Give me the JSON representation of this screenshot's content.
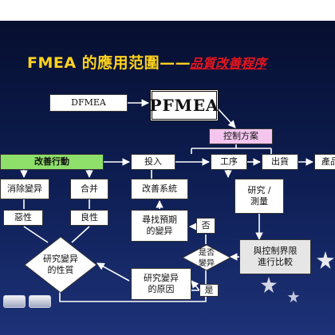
{
  "title": {
    "main": "FMEA 的應用范圍——",
    "sub": "品質改善程序"
  },
  "nodes": {
    "dfmea": "DFMEA",
    "pfmea": "PFMEA",
    "control_plan": "控制方案",
    "improve_action": "改善行動",
    "input": "投入",
    "process": "工序",
    "shipment": "出貨",
    "product": "產品",
    "eliminate_variation": "消除變异",
    "merge": "合并",
    "improve_system": "改善系統",
    "study_measure": "研究 /\n測量",
    "malignant": "惡性",
    "benign": "良性",
    "find_expected": "尋找預期\n的變异",
    "no_label": "否",
    "compare_limits": "與控制界限\n進行比較",
    "study_nature": "研究變异\n的性質",
    "is_variation": "是否\n變异",
    "study_cause": "研究變异\n的原因",
    "yes_label": "是"
  },
  "icons": {
    "stars": "star-icon",
    "nav_buttons": "nav-button"
  },
  "colors": {
    "background": "#0e1e54",
    "title": "#ffd21f",
    "subtitle": "#e8141c",
    "action_green": "#8ee06b",
    "control_pink": "#f4c6ee",
    "compare_grey": "#e6e6e6"
  }
}
